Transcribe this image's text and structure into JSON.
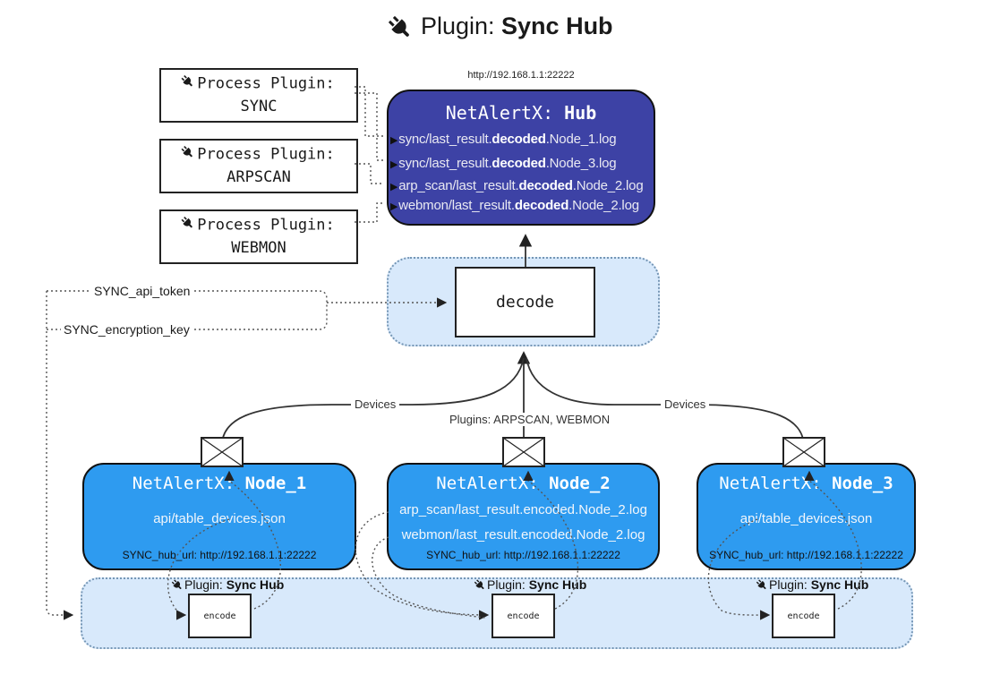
{
  "title": {
    "prefix": "Plugin:",
    "name": "Sync Hub"
  },
  "process_plugins": [
    {
      "label": "Process Plugin:",
      "name": "SYNC"
    },
    {
      "label": "Process Plugin:",
      "name": "ARPSCAN"
    },
    {
      "label": "Process Plugin:",
      "name": "WEBMON"
    }
  ],
  "hub": {
    "url": "http://192.168.1.1:22222",
    "title_prefix": "NetAlertX:",
    "title_name": "Hub",
    "row_arrow": "▶",
    "rows": [
      {
        "pre": "sync/last_result.",
        "bold": "decoded",
        "post": ".Node_1.log"
      },
      {
        "pre": "sync/last_result.",
        "bold": "decoded",
        "post": ".Node_3.log"
      },
      {
        "pre": "arp_scan/last_result.",
        "bold": "decoded",
        "post": ".Node_2.log"
      },
      {
        "pre": "webmon/last_result.",
        "bold": "decoded",
        "post": ".Node_2.log"
      }
    ]
  },
  "config": {
    "api_token": "SYNC_api_token",
    "encryption_key": "SYNC_encryption_key"
  },
  "decode_box": {
    "label": "decode"
  },
  "edge_labels": {
    "devices_left": "Devices",
    "devices_right": "Devices",
    "plugins": "Plugins: ARPSCAN, WEBMON"
  },
  "nodes": [
    {
      "title_prefix": "NetAlertX:",
      "title_name": "Node_1",
      "lines": [
        "api/table_devices.json"
      ],
      "footer": "SYNC_hub_url: http://192.168.1.1:22222"
    },
    {
      "title_prefix": "NetAlertX:",
      "title_name": "Node_2",
      "lines": [
        "arp_scan/last_result.encoded.Node_2.log",
        "webmon/last_result.encoded.Node_2.log"
      ],
      "footer": "SYNC_hub_url: http://192.168.1.1:22222"
    },
    {
      "title_prefix": "NetAlertX:",
      "title_name": "Node_3",
      "lines": [
        "api/table_devices.json"
      ],
      "footer": "SYNC_hub_url: http://192.168.1.1:22222"
    }
  ],
  "encoders": [
    {
      "plugin_prefix": "Plugin:",
      "plugin_name": "Sync Hub",
      "label": "encode"
    },
    {
      "plugin_prefix": "Plugin:",
      "plugin_name": "Sync Hub",
      "label": "encode"
    },
    {
      "plugin_prefix": "Plugin:",
      "plugin_name": "Sync Hub",
      "label": "encode"
    }
  ],
  "colors": {
    "hub_fill": "#3d42a5",
    "node_fill": "#2e9bf0",
    "container_fill": "#d8e9fb",
    "container_border": "#7596b5",
    "line": "#333333"
  }
}
